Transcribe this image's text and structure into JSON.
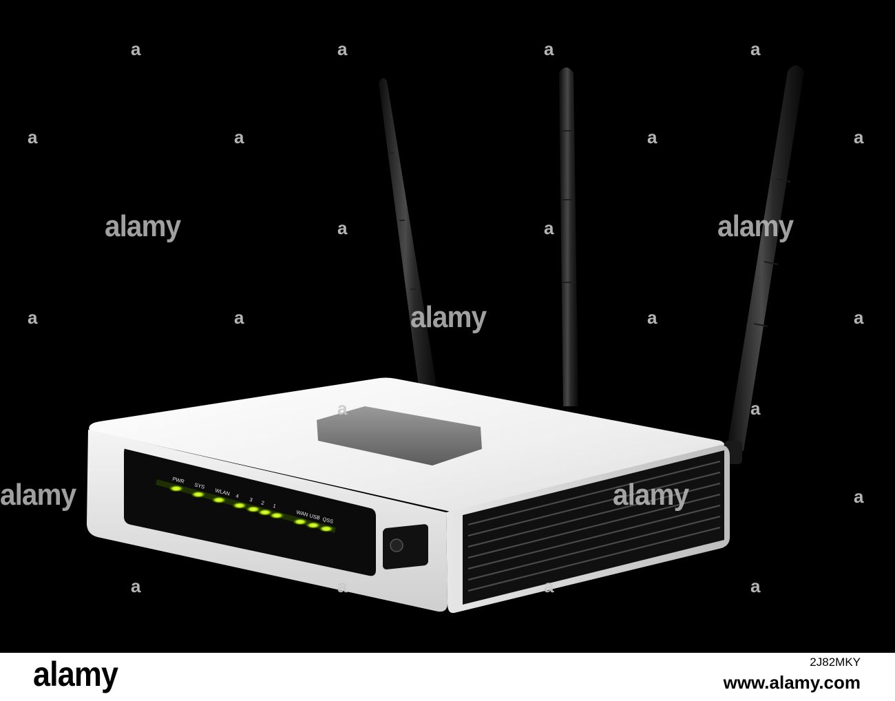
{
  "image": {
    "subject": "router",
    "background_color": "#000000",
    "router_body_color": "#ececec",
    "led_color": "#b8f000",
    "antenna_count": 3
  },
  "router": {
    "led_labels": [
      "PWR",
      "SYS",
      "WLAN",
      "4",
      "3",
      "2",
      "1",
      "WAN",
      "USB",
      "QSS"
    ]
  },
  "watermark": {
    "text": "alamy",
    "mark": "a"
  },
  "footer": {
    "brand": "alamy",
    "image_id": "2J82MKY",
    "domain": "www.alamy.com"
  }
}
